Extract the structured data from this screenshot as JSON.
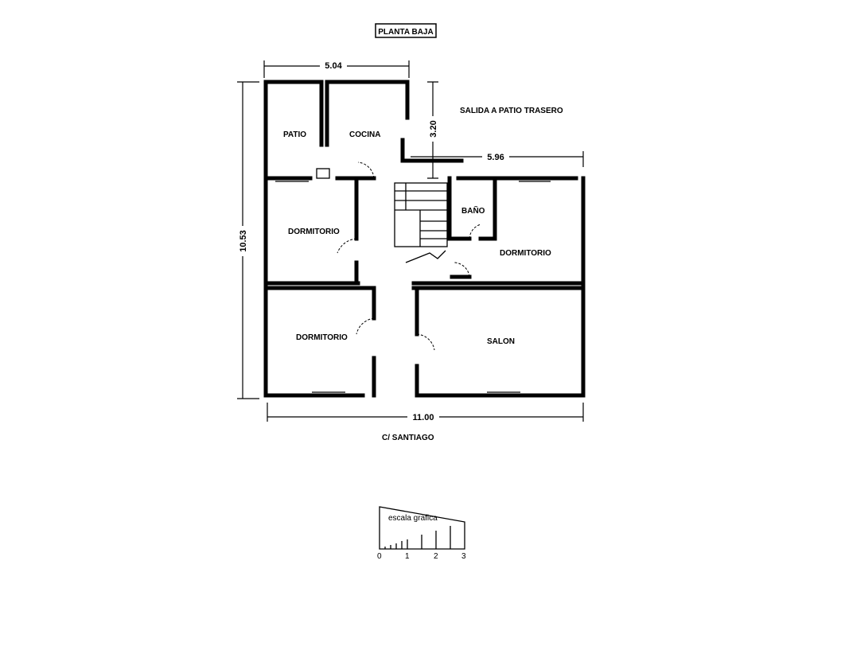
{
  "title": "PLANTA BAJA",
  "rooms": {
    "patio": "PATIO",
    "cocina": "COCINA",
    "dormitorio_1": "DORMITORIO",
    "bano": "BAÑO",
    "dormitorio_2": "DORMITORIO",
    "dormitorio_3": "DORMITORIO",
    "salon": "SALON"
  },
  "annotations": {
    "exit": "SALIDA A PATIO TRASERO",
    "street": "C/ SANTIAGO"
  },
  "dimensions": {
    "top_width": "5.04",
    "rear_height": "3.20",
    "right_width": "5.96",
    "total_height": "10.53",
    "total_width": "11.00"
  },
  "scale": {
    "label": "escala grafica",
    "ticks": [
      "0",
      "1",
      "2",
      "3"
    ]
  }
}
